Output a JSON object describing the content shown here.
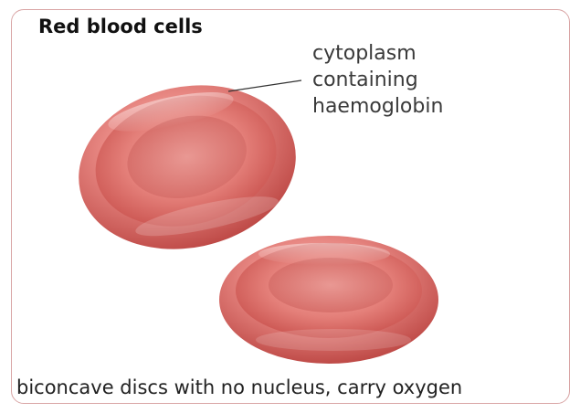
{
  "title": "Red blood cells",
  "label": {
    "lines": [
      "cytoplasm",
      "containing",
      "haemoglobin"
    ]
  },
  "caption": "biconcave discs with no nucleus, carry oxygen",
  "colors": {
    "cell_rim_light": "#f3a5a1",
    "cell_base": "#d9625f",
    "cell_dark": "#b8413f",
    "frame_border": "#d9a5a5",
    "text": "#222222"
  }
}
